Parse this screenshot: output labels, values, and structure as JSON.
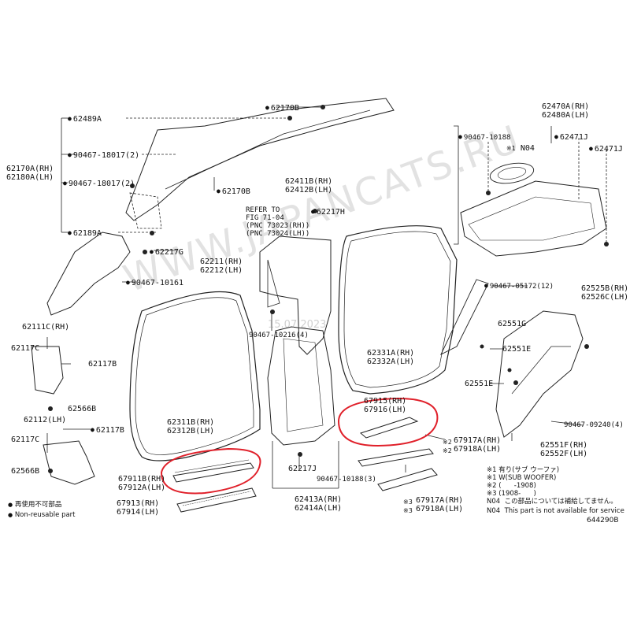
{
  "labels": {
    "l62489A": "62489A",
    "l62170B_top": "62170B",
    "l90467_18017_a": "90467-18017(2)",
    "l62170A": "62170A(RH)\n62180A(LH)",
    "l90467_18017_b": "90467-18017(2)",
    "l62170B": "62170B",
    "l62189A": "62189A",
    "l62411B": "62411B(RH)\n62412B(LH)",
    "l62217H": "62217H",
    "refer": "REFER TO\nFIG 71-04\n(PNC 73023(RH))\n(PNC 73024(LH))",
    "l62217G": "62217G",
    "l62211": "62211(RH)\n62212(LH)",
    "l90467_10161": "90467-10161",
    "l62111C": "62111C(RH)",
    "l62117C_a": "62117C",
    "l62117B_a": "62117B",
    "l62566B_a": "62566B",
    "l62112": "62112(LH)",
    "l62117B_b": "62117B",
    "l62117C_b": "62117C",
    "l62566B_b": "62566B",
    "l90467_10216": "90467-10216(4)",
    "l62311B": "62311B(RH)\n62312B(LH)",
    "l67911B": "67911B(RH)\n67912A(LH)",
    "l67913": "67913(RH)\n67914(LH)",
    "l62217J": "62217J",
    "l62413A": "62413A(RH)\n62414A(LH)",
    "l90467_10188b": "90467-10188(3)",
    "l62331A": "62331A(RH)\n62332A(LH)",
    "l67915": "67915(RH)\n67916(LH)",
    "l67917A_a": "67917A(RH)\n67918A(LH)",
    "l67917A_b": "67917A(RH)\n67918A(LH)",
    "l62470A": "62470A(RH)\n62480A(LH)",
    "l90467_10188": "90467-10188",
    "l62471J_a": "62471J",
    "l62471J_b": "62471J",
    "lN04": "N04",
    "l90467_05172": "90467-05172(12)",
    "l62525B": "62525B(RH)\n62526C(LH)",
    "l62551G": "62551G",
    "l62551E_a": "62551E",
    "l62551E_b": "62551E",
    "l90467_09240": "90467-09240(4)",
    "l62551F": "62551F(RH)\n62552F(LH)",
    "star2": "※2",
    "star3": "※3",
    "star1": "※1"
  },
  "legend": {
    "reuse_jp": "再使用不可部品",
    "reuse_en": "Non-reusable part"
  },
  "notes": {
    "n1": "※1 有り(サブ ウーファ)",
    "n2": "※1 W(SUB WOOFER)",
    "n3": "※2 (      -1908)",
    "n4": "※3 (1908-      )",
    "n5": "N04  この部品については補給してません。",
    "n6": "N04  This part is not available for service"
  },
  "diagram_id": "644290B",
  "watermark": "WWW.JAPANCATS.RU",
  "watermark_date": "15.07.2023",
  "colors": {
    "line": "#222222",
    "highlight": "#e0202a",
    "watermark": "#969696"
  }
}
